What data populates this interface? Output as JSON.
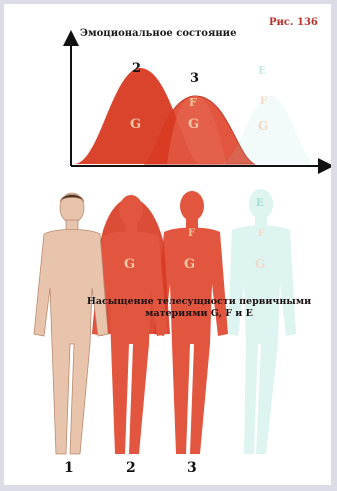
{
  "figure_label": "Рис. 136",
  "y_axis_label": "Эмоциональное состояние",
  "curves": [
    {
      "number": "2",
      "letter": "G",
      "color": "#d83a22"
    },
    {
      "number": "3",
      "letters": [
        "F",
        "G"
      ],
      "color": "#e2553f"
    },
    {
      "number": "",
      "letters": [
        "E",
        "F",
        "G"
      ],
      "color": "#9fe0d6"
    }
  ],
  "bodies": [
    {
      "number": "1",
      "letters": []
    },
    {
      "number": "2",
      "letters": [
        "G"
      ]
    },
    {
      "number": "3",
      "letters": [
        "F",
        "G"
      ]
    },
    {
      "number": "",
      "letters": [
        "E",
        "F",
        "G"
      ]
    }
  ],
  "caption_lines": [
    "Насыщение телесущности первичными",
    "материями G, F и E"
  ],
  "colors": {
    "red": "#d83a22",
    "red_light": "#ee6a52",
    "skin": "#e8c4ad",
    "cyan": "#9fe0d6",
    "letter_pale": "#f3c7a2"
  }
}
